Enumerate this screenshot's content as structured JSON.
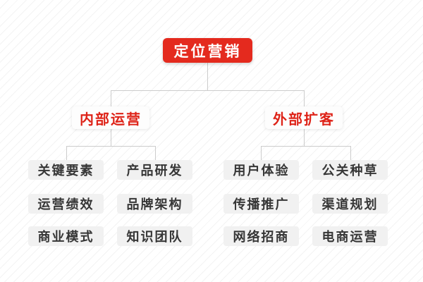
{
  "diagram": {
    "root": {
      "label": "定位营销"
    },
    "branches": [
      {
        "label": "内部运营",
        "children": [
          "关键要素",
          "产品研发",
          "运营绩效",
          "品牌架构",
          "商业模式",
          "知识团队"
        ]
      },
      {
        "label": "外部扩客",
        "children": [
          "用户体验",
          "公关种草",
          "传播推广",
          "渠道规划",
          "网络招商",
          "电商运营"
        ]
      }
    ]
  },
  "colors": {
    "accent_red": "#e42a1e",
    "branch_text_red": "#de2318",
    "leaf_bg": "#f1f1f1",
    "leaf_text": "#363636",
    "connector": "#cccccc"
  }
}
